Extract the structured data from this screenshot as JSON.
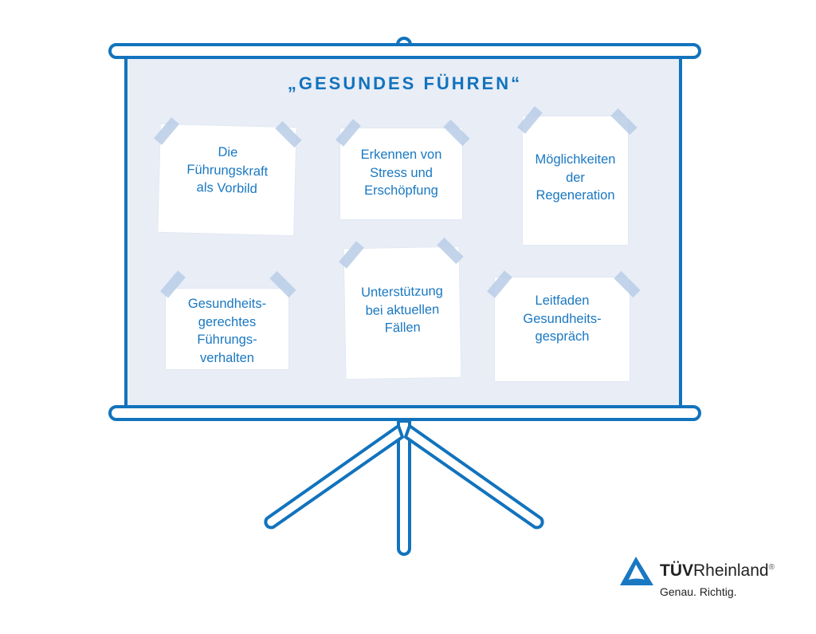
{
  "title": "„GESUNDES FÜHREN“",
  "notes": [
    {
      "text": "Die\nFührungskraft\nals Vorbild"
    },
    {
      "text": "Erkennen von\nStress und\nErschöpfung"
    },
    {
      "text": "Möglichkeiten\nder\nRegeneration"
    },
    {
      "text": "Gesundheits-\ngerechtes\nFührungs-\nverhalten"
    },
    {
      "text": "Unterstützung\nbei aktuellen\nFällen"
    },
    {
      "text": "Leitfaden\nGesundheits-\ngespräch"
    }
  ],
  "logo": {
    "brand_bold": "TÜV",
    "brand_rest": "Rheinland",
    "reg": "®",
    "slogan": "Genau. Richtig."
  },
  "colors": {
    "blue": "#1273bd",
    "screen": "#e8edf6",
    "tape": "#b8cde6"
  }
}
